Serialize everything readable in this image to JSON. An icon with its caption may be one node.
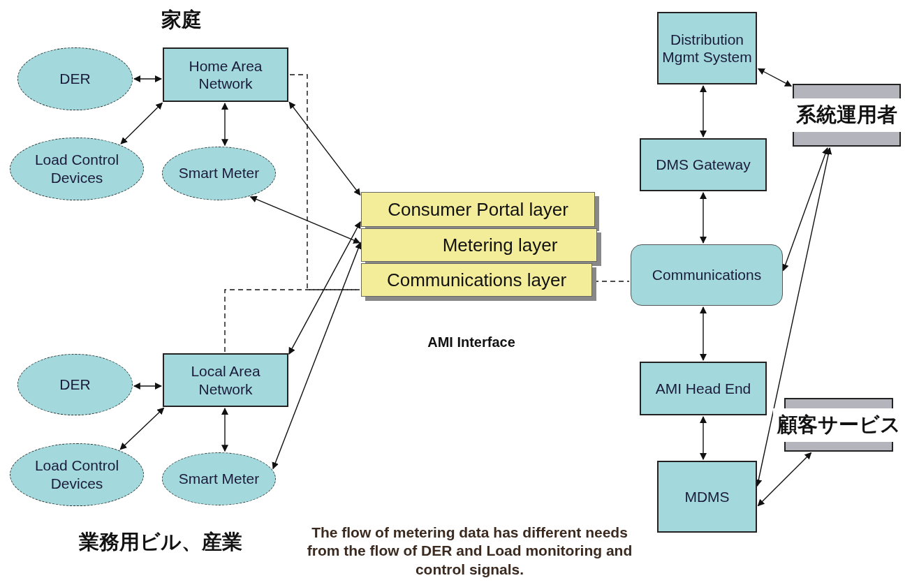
{
  "diagram": {
    "nodes": [
      {
        "text": [
          "DER"
        ]
      },
      {
        "text": [
          "Home Area Network"
        ]
      },
      {
        "text": [
          "Load Control Devices"
        ]
      },
      {
        "text": [
          "Smart Meter"
        ]
      },
      {
        "text": [
          "Consumer Portal layer"
        ]
      },
      {
        "text": [
          "Metering layer"
        ]
      },
      {
        "text": [
          "Communications layer"
        ]
      },
      {
        "text": [
          "DER"
        ]
      },
      {
        "text": [
          "Local Area Network"
        ]
      },
      {
        "text": [
          "Load Control Devices"
        ]
      },
      {
        "text": [
          "Smart Meter"
        ]
      },
      {
        "text": [
          "Distribution Mgmt System"
        ]
      },
      {
        "text": [
          "系統運用者"
        ]
      },
      {
        "text": [
          "DMS Gateway"
        ]
      },
      {
        "text": [
          "Communications"
        ]
      },
      {
        "text": [
          "AMI Head End"
        ]
      },
      {
        "text": [
          "顧客サービス"
        ]
      },
      {
        "text": [
          "MDMS"
        ]
      }
    ],
    "edges": [
      {
        "from": 0,
        "to": 1,
        "arrow": "both"
      },
      {
        "from": 2,
        "to": 1,
        "arrow": "both"
      },
      {
        "from": 1,
        "to": 3,
        "arrow": "both"
      },
      {
        "from": 1,
        "to": 4,
        "arrow": "both"
      },
      {
        "from": 3,
        "to": 5,
        "arrow": "both"
      },
      {
        "from": 8,
        "to": 4,
        "arrow": "both"
      },
      {
        "from": 10,
        "to": 5,
        "arrow": "both"
      },
      {
        "from": 1,
        "to": 6,
        "arrow": "none",
        "style": "dashed"
      },
      {
        "from": 8,
        "to": 6,
        "arrow": "none",
        "style": "dashed"
      },
      {
        "from": 6,
        "to": 14,
        "arrow": "none",
        "style": "dashed"
      },
      {
        "from": 7,
        "to": 8,
        "arrow": "both"
      },
      {
        "from": 9,
        "to": 8,
        "arrow": "both"
      },
      {
        "from": 8,
        "to": 10,
        "arrow": "both"
      },
      {
        "from": 11,
        "to": 12,
        "arrow": "both"
      },
      {
        "from": 11,
        "to": 13,
        "arrow": "both"
      },
      {
        "from": 13,
        "to": 14,
        "arrow": "both"
      },
      {
        "from": 14,
        "to": 12,
        "arrow": "both"
      },
      {
        "from": 12,
        "to": 17,
        "arrow": "both"
      },
      {
        "from": 14,
        "to": 15,
        "arrow": "both"
      },
      {
        "from": 15,
        "to": 17,
        "arrow": "both"
      },
      {
        "from": 17,
        "to": 16,
        "arrow": "both"
      }
    ],
    "labels": [
      "家庭",
      "AMI Interface",
      "業務用ビル、産業",
      "The flow of metering data has different needs from the flow of DER and Load monitoring and control signals."
    ]
  }
}
